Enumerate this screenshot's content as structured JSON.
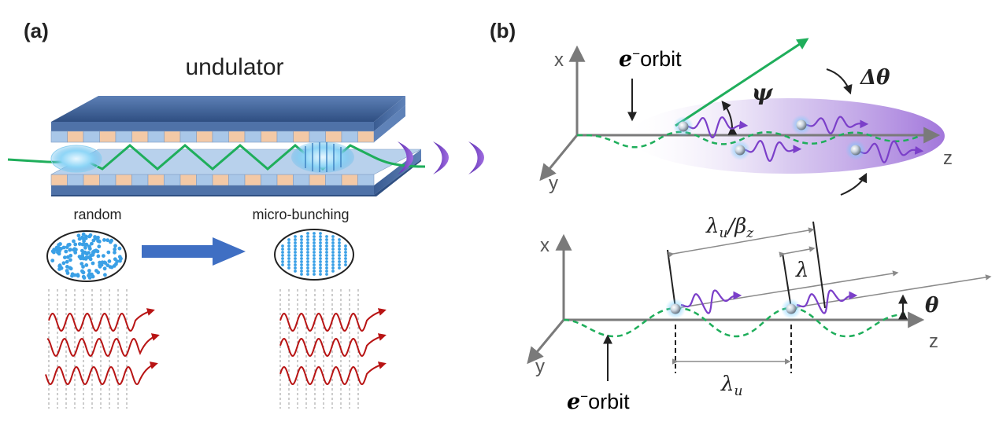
{
  "panel_a": {
    "tag": "(a)",
    "title": "undulator",
    "random_label": "random",
    "bunching_label": "micro-bunching"
  },
  "panel_b": {
    "tag": "(b)",
    "top": {
      "x_axis": "x",
      "y_axis": "y",
      "z_axis": "z",
      "orbit_e": "e",
      "orbit_sup": "−",
      "orbit_word": "orbit",
      "psi": "ψ",
      "delta_theta": "Δθ"
    },
    "bottom": {
      "x_axis": "x",
      "y_axis": "y",
      "z_axis": "z",
      "lambda_u_beta_main": "λ",
      "lambda_u_beta_sub1": "u",
      "lambda_u_beta_slash": "/β",
      "lambda_u_beta_sub2": "z",
      "lambda": "λ",
      "lambda_u_main": "λ",
      "lambda_u_sub": "u",
      "theta": "θ",
      "orbit_e": "e",
      "orbit_sup": "−",
      "orbit_word": "orbit"
    }
  },
  "colors": {
    "undulator_blue": "#3d5f94",
    "magnet_blue": "#a9c7e8",
    "magnet_peach": "#f3c9a6",
    "orbit_green": "#1fae5b",
    "photon_purple": "#7b3fc9",
    "wave_red": "#b81414",
    "arrow_blue": "#3f6fc3",
    "electron_blue": "#3aa0e6",
    "axis_gray": "#7a7a7a"
  }
}
